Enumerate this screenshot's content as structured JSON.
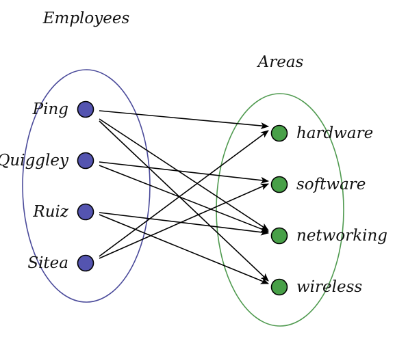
{
  "left_set": {
    "title": "Employees",
    "color": "#4a4a9a",
    "node_color": "#5454b0",
    "items": [
      "Ping",
      "Quiggley",
      "Ruiz",
      "Sitea"
    ]
  },
  "right_set": {
    "title": "Areas",
    "color": "#4f9a4f",
    "node_color": "#48a048",
    "items": [
      "hardware",
      "software",
      "networking",
      "wireless"
    ]
  },
  "edges": [
    {
      "from": "Ping",
      "to": "hardware"
    },
    {
      "from": "Ping",
      "to": "networking"
    },
    {
      "from": "Ping",
      "to": "wireless"
    },
    {
      "from": "Quiggley",
      "to": "software"
    },
    {
      "from": "Quiggley",
      "to": "networking"
    },
    {
      "from": "Ruiz",
      "to": "networking"
    },
    {
      "from": "Ruiz",
      "to": "wireless"
    },
    {
      "from": "Sitea",
      "to": "hardware"
    },
    {
      "from": "Sitea",
      "to": "software"
    }
  ]
}
